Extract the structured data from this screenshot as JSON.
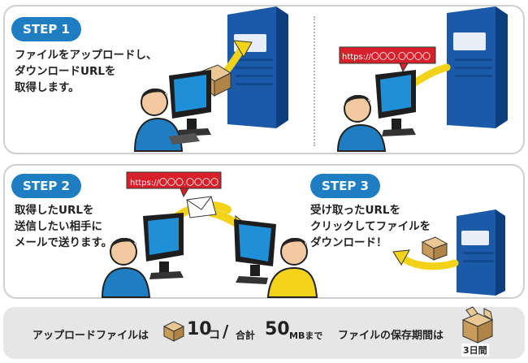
{
  "step1": {
    "label": "STEP 1",
    "text": "ファイルをアップロードし、\nダウンロードURLを\n取得します。"
  },
  "step2": {
    "label": "STEP 2",
    "text": "取得したURLを\n送信したい相手に\nメールで送ります。"
  },
  "step3": {
    "label": "STEP 3",
    "text": "受け取ったURLを\nクリックしてファイルを\nダウンロード！"
  },
  "url_tag": "https://〇〇〇.〇〇〇〇",
  "bottom": {
    "upload_prefix": "アップロードファイルは",
    "count": "10",
    "count_unit": "コ",
    "slash": "/",
    "total_label": "合計",
    "size": "50",
    "size_unit": "MBまで",
    "period_label": "ファイルの保存期間は",
    "period_badge": "3日間"
  },
  "colors": {
    "accent": "#1f7ec2",
    "server": "#1b5aa8",
    "url_tag": "#d7202a",
    "arrow": "#f3d21a"
  }
}
